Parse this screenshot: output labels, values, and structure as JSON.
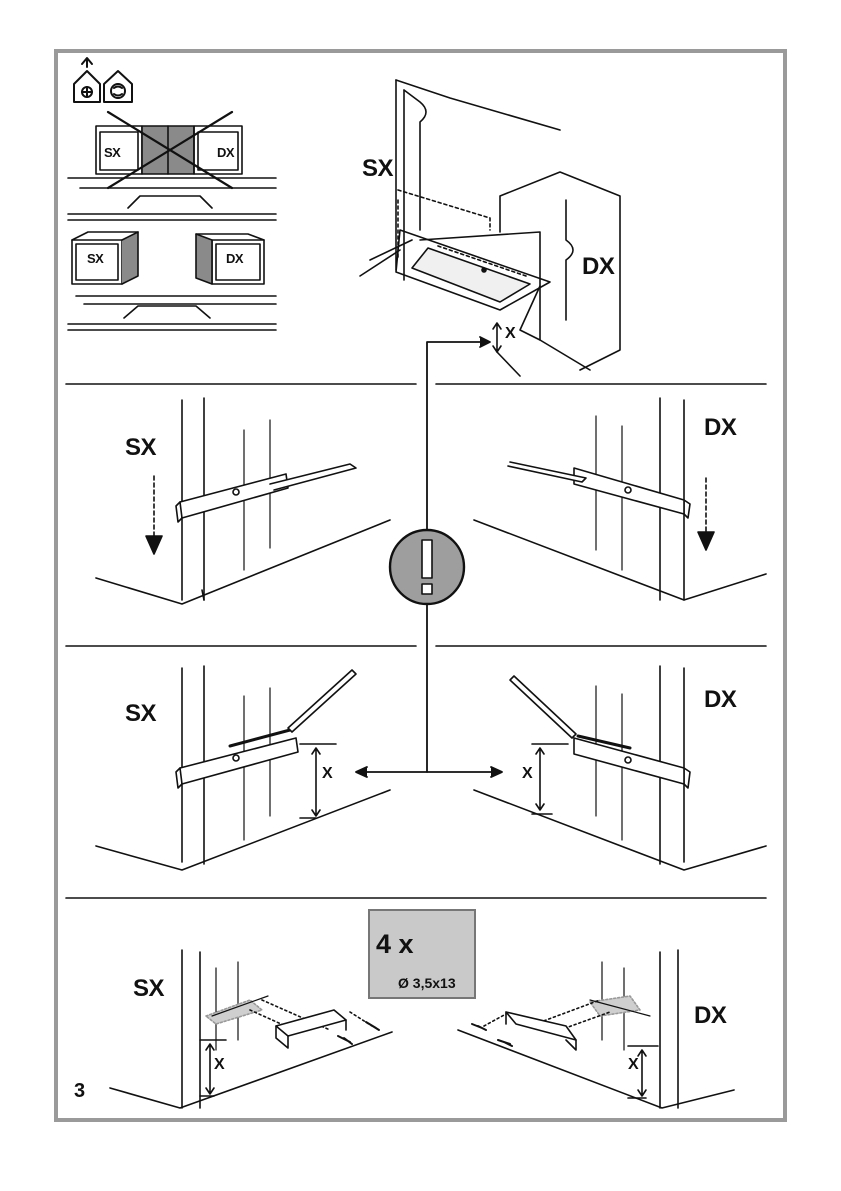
{
  "labels": {
    "sx": "SX",
    "dx": "DX",
    "x": "X"
  },
  "screws": {
    "quantity": "4 x",
    "size": "Ø 3,5x13"
  },
  "page_number": "3",
  "icons": {
    "ducted": "house-fan-up-icon",
    "recirculating": "house-fan-circle-icon",
    "warning": "exclamation-warning-icon",
    "screw": "screw-icon"
  },
  "colors": {
    "frame": "#9a9a9a",
    "warning_fill": "#9e9e9e",
    "screwbox_fill": "#c9c9c9"
  }
}
